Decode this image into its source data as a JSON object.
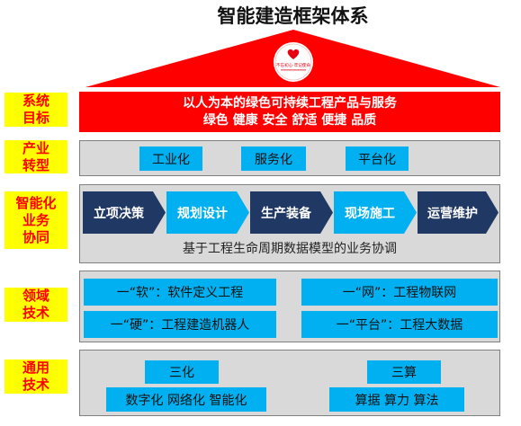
{
  "title": "智能建造框架体系",
  "roof": {
    "logo_text": "不忘初心·牢记使命"
  },
  "colors": {
    "red": "#ff0000",
    "yellow": "#ffff00",
    "label_text": "#ff0000",
    "panel": "#d9d9d9",
    "panel_border": "#808080",
    "blue": "#00b0f0"
  },
  "system_goal": {
    "label": [
      "系统",
      "目标"
    ],
    "line1": "以人为本的绿色可持续工程产品与服务",
    "line2": "绿色 健康 安全 舒适 便捷 品质"
  },
  "industry_transform": {
    "label": [
      "产业",
      "转型"
    ],
    "items": [
      "工业化",
      "服务化",
      "平台化"
    ]
  },
  "business_collab": {
    "label": [
      "智能化",
      "业务",
      "协同"
    ],
    "stages": [
      {
        "label": "立项决策",
        "color": "#203864"
      },
      {
        "label": "规划设计",
        "color": "#00b0f0"
      },
      {
        "label": "生产装备",
        "color": "#203864"
      },
      {
        "label": "现场施工",
        "color": "#00b0f0"
      },
      {
        "label": "运营维护",
        "color": "#203864"
      }
    ],
    "caption": "基于工程生命周期数据模型的业务协调"
  },
  "domain_tech": {
    "label": [
      "领域",
      "技术"
    ],
    "items": [
      "一“软”：软件定义工程",
      "一“网”：工程物联网",
      "一“硬”：工程建造机器人",
      "一“平台”：工程大数据"
    ]
  },
  "general_tech": {
    "label": [
      "通用",
      "技术"
    ],
    "groups": [
      {
        "heading": "三化",
        "detail": "数字化 网络化 智能化"
      },
      {
        "heading": "三算",
        "detail": "算据 算力 算法"
      }
    ]
  }
}
